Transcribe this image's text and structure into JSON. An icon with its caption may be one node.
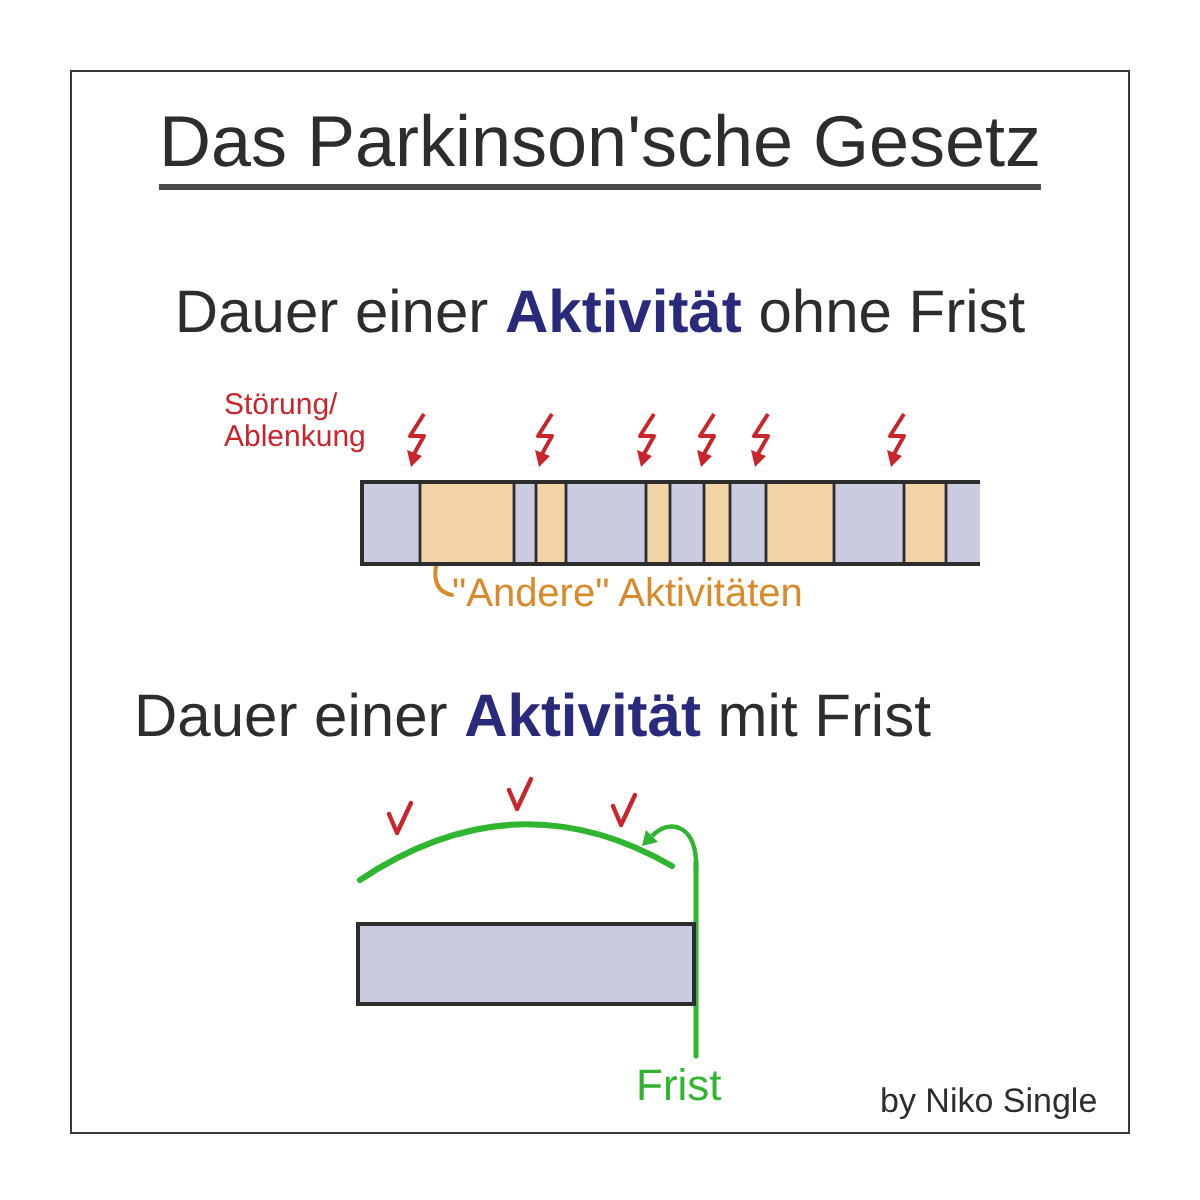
{
  "diagram": {
    "title": "Das Parkinson'sche Gesetz",
    "nodes": [
      {
        "text": [],
        "shape": "bar"
      },
      {
        "text": [
          "\"Andere\" Aktivitäten"
        ]
      },
      {
        "text": [],
        "shape": "bar"
      }
    ],
    "edges": [
      {
        "from": 1,
        "to": 0,
        "arrow": "none"
      }
    ],
    "labels": [
      "Dauer einer **Aktivität** ohne Frist",
      "Störung/ Ablenkung",
      "Dauer einer **Aktivität** mit Frist",
      "Frist",
      "by Niko Single"
    ]
  }
}
